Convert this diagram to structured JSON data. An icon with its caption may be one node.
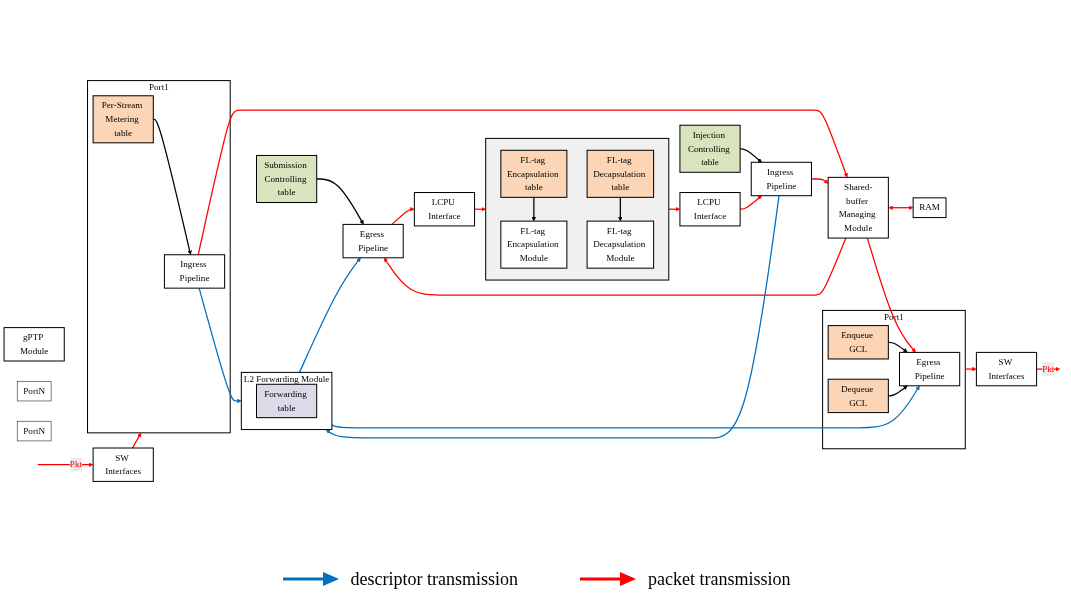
{
  "diagram": {
    "nodes": [
      {
        "text": [
          "LCPU Interface"
        ]
      },
      {
        "text": [
          "Injection Controlling table"
        ]
      },
      {
        "text": [
          "Ingress Pipeline"
        ]
      },
      {
        "text": [
          "Submission Controlling table"
        ]
      },
      {
        "text": [
          "Egress Pipeline"
        ]
      },
      {
        "text": [
          "LCPU Interface"
        ]
      },
      {
        "text": [],
        "shape": "box"
      },
      {
        "text": [
          "FL-tag Encapsulation Module"
        ],
        "in": 6
      },
      {
        "text": [
          "FL-tag Encapsulation table"
        ],
        "in": 6
      },
      {
        "text": [
          "FL-tag Decapsulation Module"
        ],
        "in": 6
      },
      {
        "text": [
          "FL-tag Decapsulation table"
        ],
        "in": 6
      },
      {
        "text": [
          "L2 Forwarding Module"
        ]
      },
      {
        "text": [
          "Forwarding table"
        ],
        "in": 11
      },
      {
        "text": [
          "Shared-buffer Managing Module"
        ]
      },
      {
        "text": [
          "RAM"
        ]
      },
      {
        "text": [
          "gPTP Module"
        ]
      },
      {
        "text": [
          "SW Interfaces"
        ]
      },
      {
        "text": [
          "Port1"
        ]
      },
      {
        "text": [
          "Ingress Pipeline"
        ],
        "in": 17
      },
      {
        "text": [
          "Per-Stream Metering table"
        ],
        "in": 17
      },
      {
        "text": [
          "PortN"
        ]
      },
      {
        "text": [
          "Port1"
        ]
      },
      {
        "text": [
          "Egress Pipeline"
        ],
        "in": 21
      },
      {
        "text": [
          "Enqueue GCL"
        ],
        "in": 21
      },
      {
        "text": [
          "Dequeue GCL"
        ],
        "in": 21
      },
      {
        "text": [
          "PortN"
        ]
      },
      {
        "text": [
          "SW Interfaces"
        ]
      }
    ],
    "edges": [
      {
        "from": 0,
        "to": 2,
        "arrow": "to"
      },
      {
        "from": 1,
        "to": 2,
        "arrow": "to",
        "color": "#000000"
      },
      {
        "from": 3,
        "to": 4,
        "arrow": "to",
        "color": "#000000"
      },
      {
        "from": 2,
        "to": 11,
        "arrow": "to",
        "color": "#0070c0"
      },
      {
        "from": 2,
        "to": 13,
        "arrow": "to"
      },
      {
        "from": 11,
        "to": 4,
        "arrow": "to",
        "color": "#0070c0"
      },
      {
        "from": 13,
        "to": 4,
        "arrow": "to"
      },
      {
        "from": 4,
        "to": 5,
        "arrow": "to"
      },
      {
        "from": 5,
        "to": 6,
        "arrow": "to"
      },
      {
        "from": 6,
        "to": 0,
        "arrow": "to"
      },
      {
        "from": 8,
        "to": 7,
        "arrow": "to",
        "color": "#000000"
      },
      {
        "from": 10,
        "to": 9,
        "arrow": "to",
        "color": "#000000"
      },
      {
        "from": 13,
        "to": 14,
        "arrow": "both"
      },
      {
        "from": 18,
        "to": 11,
        "arrow": "to",
        "color": "#0070c0"
      },
      {
        "from": 11,
        "to": 22,
        "arrow": "to",
        "color": "#0070c0"
      },
      {
        "from": 18,
        "to": 13,
        "arrow": "to"
      },
      {
        "from": 13,
        "to": 22,
        "arrow": "to"
      },
      {
        "from": 19,
        "to": 18,
        "arrow": "to",
        "color": "#000000"
      },
      {
        "from": 23,
        "to": 22,
        "arrow": "to",
        "color": "#000000"
      },
      {
        "from": 24,
        "to": 22,
        "arrow": "to",
        "color": "#000000"
      },
      {
        "from": 16,
        "to": 17,
        "arrow": "to"
      },
      {
        "from": 21,
        "to": 26,
        "arrow": "to"
      },
      {
        "from": null,
        "to": 16,
        "arrow": "to",
        "label": "Pkt"
      },
      {
        "from": 26,
        "to": null,
        "arrow": "to",
        "label": "Pkt"
      }
    ],
    "legend": [
      {
        "text": "descriptor transmission"
      },
      {
        "text": "packet transmission"
      }
    ]
  }
}
